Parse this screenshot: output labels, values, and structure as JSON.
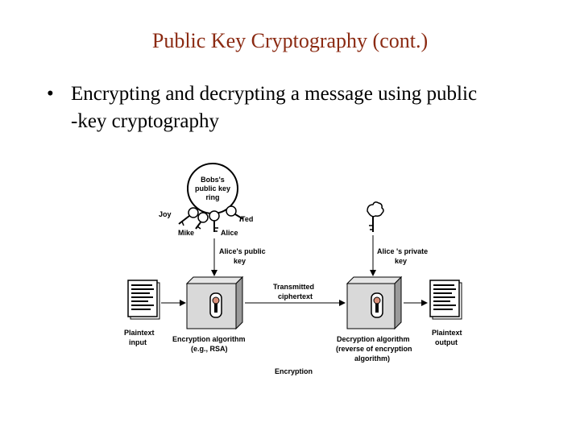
{
  "slide": {
    "title": "Public Key Cryptography (cont.)",
    "bullet_marker": "•",
    "bullet_text": "Encrypting and decrypting a message using public\n-key cryptography"
  },
  "diagram": {
    "key_ring_label_1": "Bobs's",
    "key_ring_label_2": "public key",
    "key_ring_label_3": "ring",
    "key_joy": "Joy",
    "key_ted": "Ted",
    "key_mike": "Mike",
    "key_alice": "Alice",
    "public_key_label_1": "Alice's public",
    "public_key_label_2": "key",
    "private_key_label_1": "Alice 's private",
    "private_key_label_2": "key",
    "transmitted_label_1": "Transmitted",
    "transmitted_label_2": "ciphertext",
    "plaintext_input_1": "Plaintext",
    "plaintext_input_2": "input",
    "plaintext_output_1": "Plaintext",
    "plaintext_output_2": "output",
    "encryption_alg_1": "Encryption algorithm",
    "encryption_alg_2": "(e.g., RSA)",
    "decryption_alg_1": "Decryption algorithm",
    "decryption_alg_2": "(reverse of encryption",
    "decryption_alg_3": "algorithm)",
    "caption": "Encryption"
  }
}
